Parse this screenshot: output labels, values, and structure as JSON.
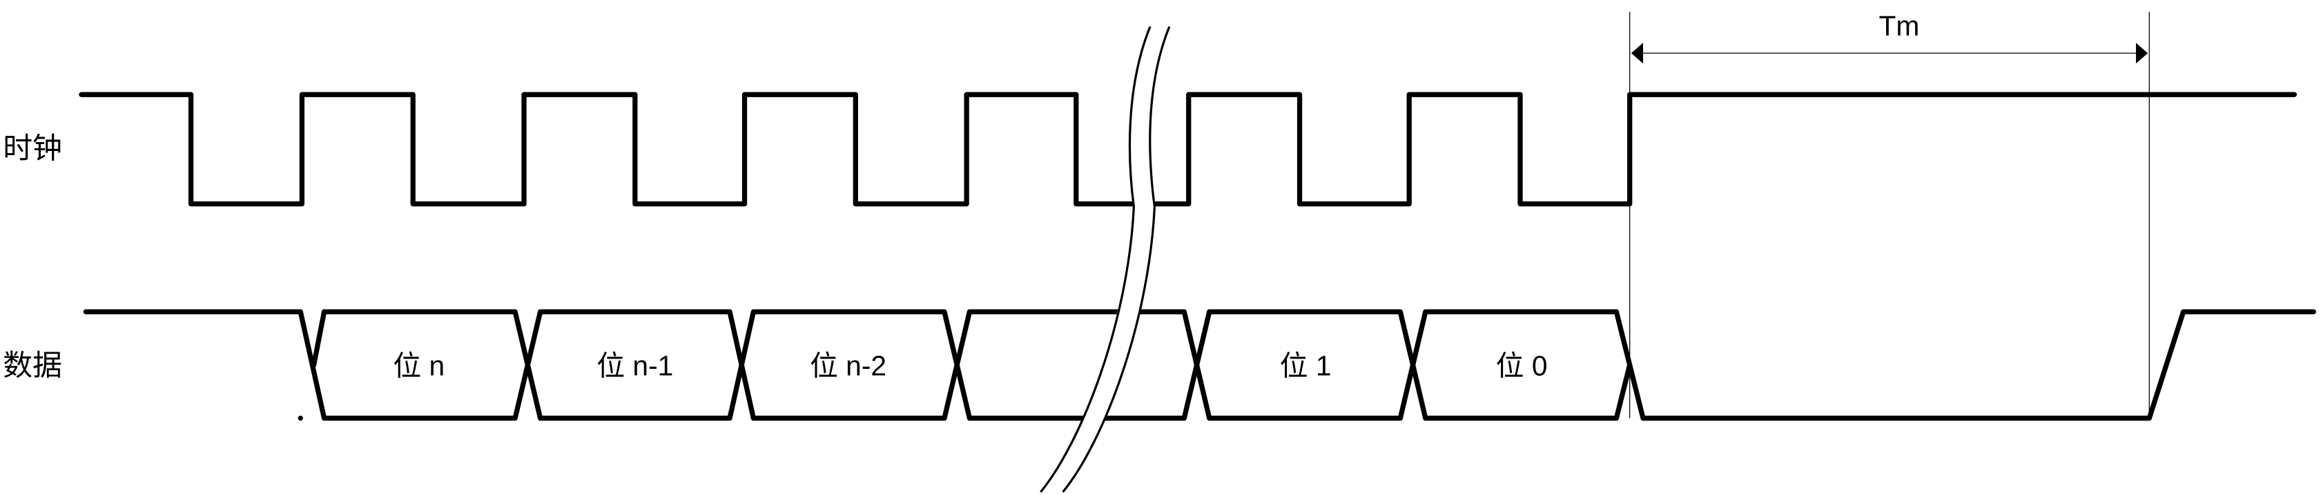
{
  "signals": {
    "clock_label": "时钟",
    "data_label": "数据"
  },
  "bits": [
    "位 n",
    "位 n-1",
    "位 n-2",
    "位 1",
    "位 0"
  ],
  "timing": {
    "tm_label": "Tm"
  },
  "colors": {
    "line": "#000000",
    "background": "#ffffff"
  }
}
